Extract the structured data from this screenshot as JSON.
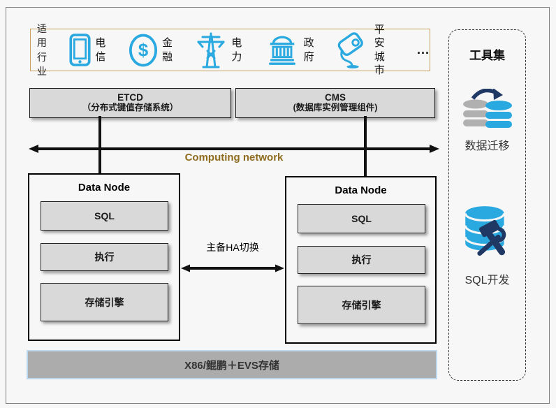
{
  "industries": {
    "title": "适用\n行业",
    "items": [
      {
        "label": "电信",
        "icon": "phone-icon"
      },
      {
        "label": "金融",
        "icon": "dollar-coin-icon"
      },
      {
        "label": "电力",
        "icon": "power-tower-icon"
      },
      {
        "label": "政府",
        "icon": "government-building-icon"
      },
      {
        "label": "平安\n城市",
        "icon": "cctv-camera-icon"
      }
    ],
    "more": "..."
  },
  "components": {
    "etcd": {
      "name": "ETCD",
      "desc": "（分布式键值存储系统）"
    },
    "cms": {
      "name": "CMS",
      "desc": "(数据库实例管理组件)"
    }
  },
  "network": {
    "label": "Computing network"
  },
  "nodes": {
    "left": {
      "title": "Data Node",
      "layers": [
        "SQL",
        "执行",
        "存储引擎"
      ]
    },
    "right": {
      "title": "Data Node",
      "layers": [
        "SQL",
        "执行",
        "存储引擎"
      ]
    }
  },
  "ha": {
    "label": "主备HA切换"
  },
  "infrastructure": {
    "label": "X86/鲲鹏＋EVS存储"
  },
  "toolset": {
    "title": "工具集",
    "tools": [
      {
        "label": "数据迁移",
        "icon": "data-migration-icon"
      },
      {
        "label": "SQL开发",
        "icon": "sql-dev-icon"
      }
    ]
  },
  "colors": {
    "accent_blue": "#29A9E0",
    "navy": "#1F3864",
    "gold_border": "#C8A05E",
    "network_label": "#8F6C1E",
    "box_gray": "#D9D9D9",
    "bar_gray": "#ACACAC",
    "bar_border_blue": "#BDD7EE"
  }
}
